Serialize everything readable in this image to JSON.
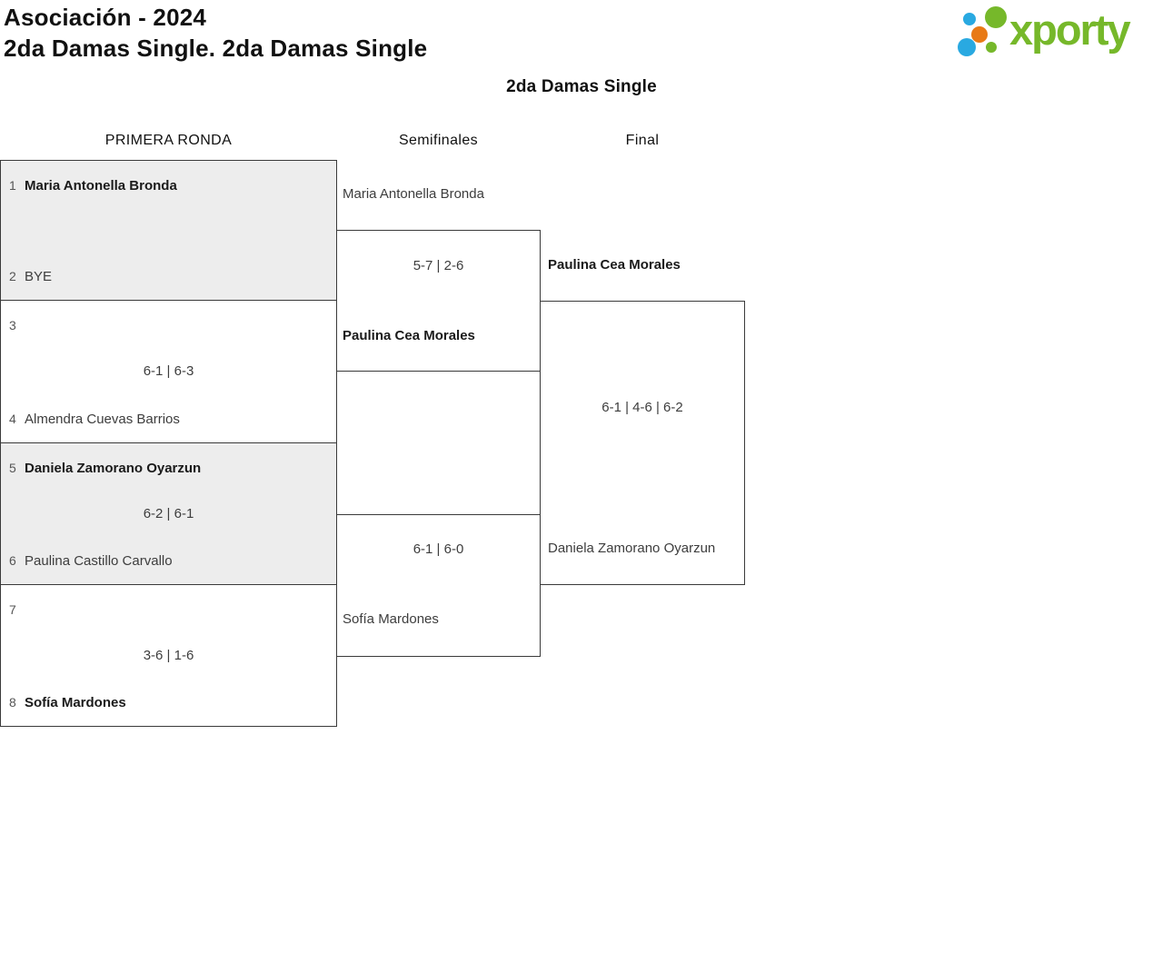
{
  "page": {
    "title_line1": "Asociación - 2024",
    "title_line2": "2da Damas Single. 2da Damas Single"
  },
  "logo": {
    "text": "xporty",
    "colors": {
      "green": "#76b82a",
      "blue": "#29a9e1",
      "orange": "#e87a16"
    }
  },
  "bracket": {
    "title": "2da Damas Single",
    "round_headers": {
      "first": "PRIMERA RONDA",
      "semi": "Semifinales",
      "final": "Final"
    },
    "first_round": [
      {
        "seed_top": "1",
        "top": "Maria Antonella Bronda",
        "score": "",
        "seed_bottom": "2",
        "bottom": "BYE"
      },
      {
        "seed_top": "3",
        "top": "",
        "score": "6-1 | 6-3",
        "seed_bottom": "4",
        "bottom": "Almendra Cuevas Barrios"
      },
      {
        "seed_top": "5",
        "top": "Daniela Zamorano Oyarzun",
        "score": "6-2 | 6-1",
        "seed_bottom": "6",
        "bottom": "Paulina Castillo Carvallo"
      },
      {
        "seed_top": "7",
        "top": "",
        "score": "3-6 | 1-6",
        "seed_bottom": "8",
        "bottom": "Sofía Mardones"
      }
    ],
    "semifinals": [
      {
        "top": "Maria Antonella Bronda",
        "score": "5-7 | 2-6",
        "bottom": "Paulina Cea Morales"
      },
      {
        "top": "",
        "score": "6-1 | 6-0",
        "bottom": "Sofía Mardones"
      }
    ],
    "final_match": {
      "top": "Paulina Cea Morales",
      "score": "6-1 | 4-6 | 6-2",
      "bottom": "Daniela Zamorano Oyarzun"
    }
  }
}
